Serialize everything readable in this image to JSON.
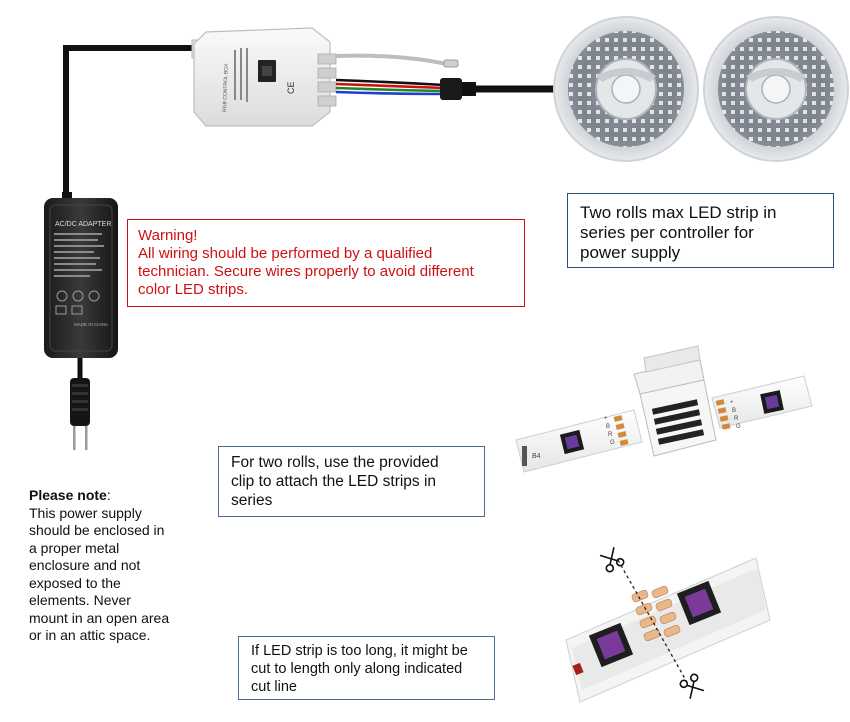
{
  "warning": {
    "title": "Warning!",
    "line1": "All wiring should be performed by a qualified",
    "line2": "technician. Secure wires properly to avoid different",
    "line3": "color LED strips."
  },
  "rolls_note": {
    "line1": "Two rolls max LED strip in",
    "line2": "series per controller for",
    "line3": "power supply"
  },
  "clip_note": {
    "line1": "For two rolls, use the provided",
    "line2": "clip to attach the LED strips in",
    "line3": "series"
  },
  "cut_note": {
    "line1": "If LED strip is too long, it might be",
    "line2": "cut to length only along indicated",
    "line3": "cut line"
  },
  "power_note": {
    "heading": "Please note",
    "heading_suffix": ":",
    "lines": [
      "This power supply",
      "should be enclosed in",
      "a proper metal",
      "enclosure and not",
      "exposed to the",
      "elements. Never",
      "mount in an open area",
      "or in an attic space."
    ]
  },
  "labels": {
    "adapter_title": "AC/DC ADAPTER",
    "adapter_made_in": "MADE IN CHINA",
    "controller_text": "RGB CONTROL BOX",
    "controller_ce": "CE",
    "clip_label": "B4",
    "pin_labels": [
      "+",
      "B",
      "R",
      "G"
    ]
  },
  "icons": {
    "scissors_top": "scissors-icon",
    "scissors_bottom": "scissors-icon"
  },
  "colors": {
    "warning": "#d01010",
    "box_border": "#2e4e7e",
    "wire_black": "#111111",
    "rgb_wire": [
      "#d01010",
      "#1a8a2a",
      "#1f3fd0",
      "#111111"
    ]
  }
}
